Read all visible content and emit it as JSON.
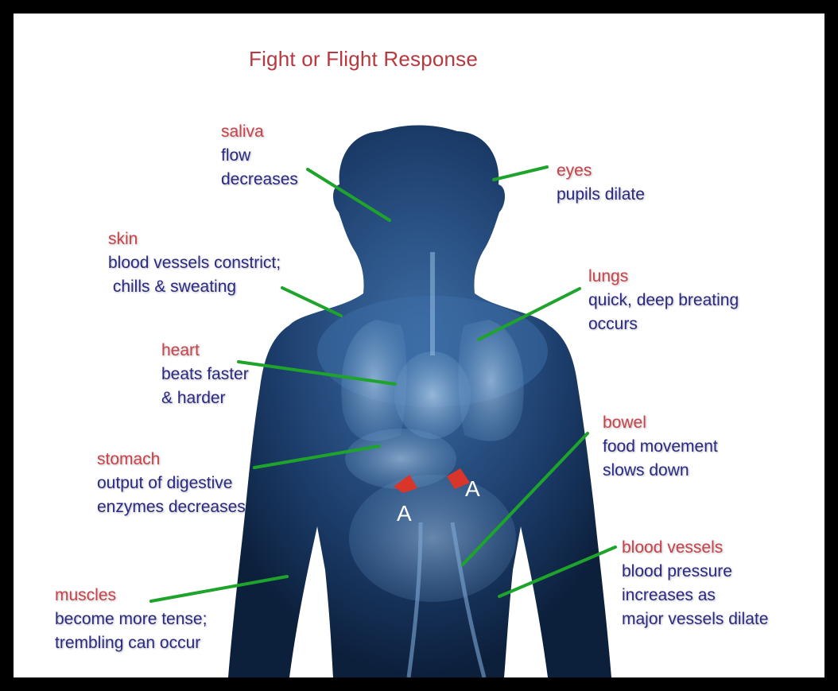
{
  "title": "Fight or Flight Response",
  "colors": {
    "organ_text": "#c8434b",
    "effect_text": "#2b2a82",
    "leader_line": "#1fa42b",
    "body": "#1d3f6e",
    "organ_glow": "#7fb3de",
    "gland": "#d9352a"
  },
  "gland_letters": [
    "A",
    "A"
  ],
  "labels": {
    "saliva": {
      "organ": "saliva",
      "effect": [
        "flow",
        "decreases"
      ]
    },
    "eyes": {
      "organ": "eyes",
      "effect": [
        "pupils dilate"
      ]
    },
    "skin": {
      "organ": "skin",
      "effect": [
        "blood vessels constrict;",
        " chills & sweating"
      ]
    },
    "lungs": {
      "organ": "lungs",
      "effect": [
        "quick, deep breating",
        "occurs"
      ]
    },
    "heart": {
      "organ": "heart",
      "effect": [
        "beats faster",
        "& harder"
      ]
    },
    "bowel": {
      "organ": "bowel",
      "effect": [
        "food movement",
        "slows down"
      ]
    },
    "stomach": {
      "organ": "stomach",
      "effect": [
        "output of digestive",
        "enzymes decreases"
      ]
    },
    "blood_vessels": {
      "organ": "blood vessels",
      "effect": [
        "blood pressure",
        "increases as",
        "major vessels dilate"
      ]
    },
    "muscles": {
      "organ": "muscles",
      "effect": [
        "become more tense;",
        "trembling can occur"
      ]
    }
  }
}
